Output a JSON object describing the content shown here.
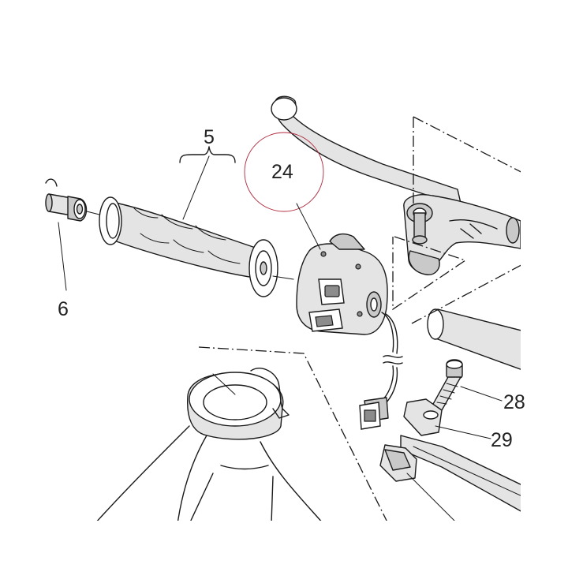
{
  "labels": {
    "grip": "5",
    "bushing": "6",
    "switch": "24",
    "screw": "28",
    "clamp": "29"
  },
  "colors": {
    "line": "#1a1a1a",
    "shade": "#c9c9c9",
    "highlight_circle": "#b0283c"
  }
}
